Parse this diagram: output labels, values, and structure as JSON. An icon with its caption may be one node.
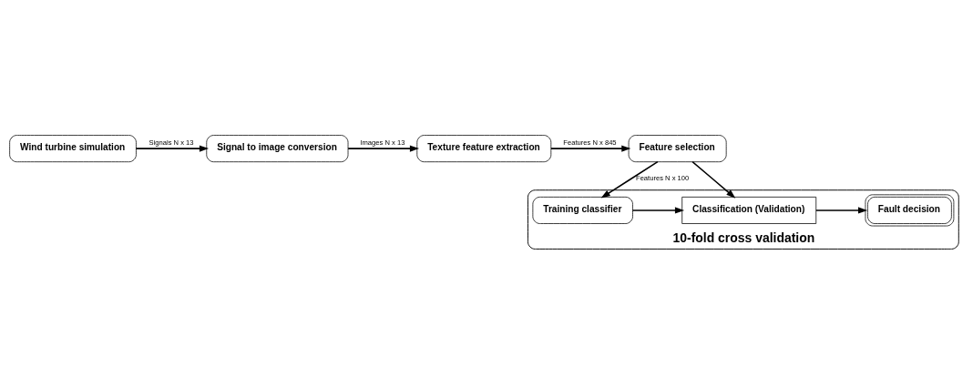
{
  "diagram": {
    "nodes": [
      {
        "text": [
          "Wind turbine simulation"
        ]
      },
      {
        "text": [
          "Signal to image conversion"
        ]
      },
      {
        "text": [
          "Texture feature extraction"
        ]
      },
      {
        "text": [
          "Feature selection"
        ]
      },
      {
        "text": [
          "10-fold cross validation"
        ]
      },
      {
        "text": [
          "Training classifier"
        ],
        "in": 4
      },
      {
        "text": [
          "Classification (Validation)"
        ],
        "in": 4
      },
      {
        "text": [
          "Fault decision"
        ],
        "in": 4
      }
    ],
    "edges": [
      {
        "from": 0,
        "to": 1,
        "arrow": "to",
        "label": "Signals N x 13"
      },
      {
        "from": 1,
        "to": 2,
        "arrow": "to",
        "label": "Images N x 13"
      },
      {
        "from": 2,
        "to": 3,
        "arrow": "to",
        "label": "Features N x 845"
      },
      {
        "from": 3,
        "to": 5,
        "arrow": "to",
        "label": "Features N x 100"
      },
      {
        "from": 3,
        "to": 6,
        "arrow": "to"
      },
      {
        "from": 5,
        "to": 6,
        "arrow": "to"
      },
      {
        "from": 6,
        "to": 7,
        "arrow": "to"
      }
    ]
  }
}
